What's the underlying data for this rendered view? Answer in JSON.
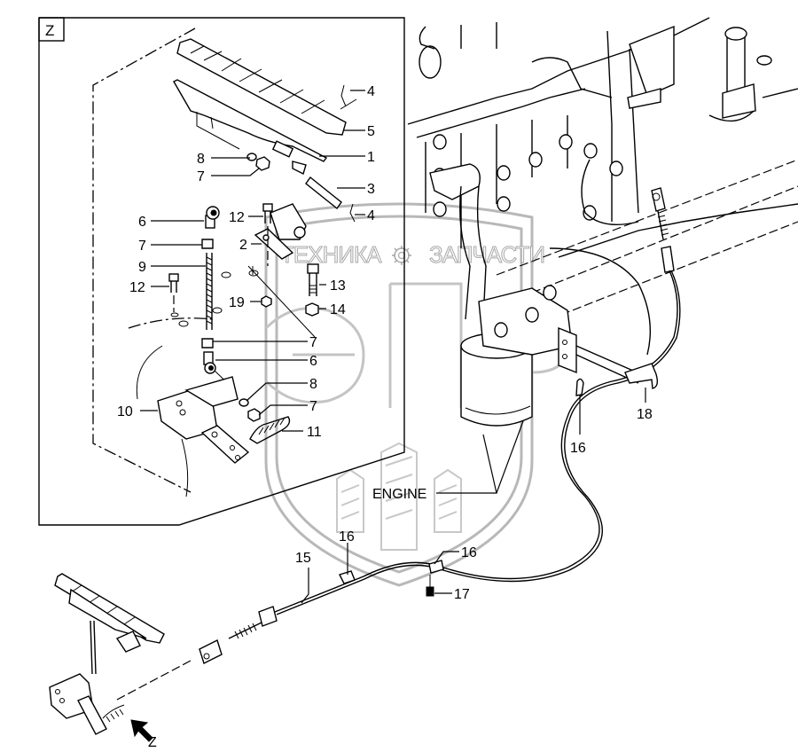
{
  "diagram": {
    "title": "Accelerator pedal and throttle cable assembly",
    "view_label": "Z",
    "view_arrow_label": "Z",
    "engine_label": "ENGINE",
    "watermark": {
      "left_text": "ТЕХНИКА",
      "right_text": "ЗАПЧАСТИ",
      "logo_letters": "ЭПФ",
      "gear_icon": "gear-icon"
    },
    "callouts": [
      {
        "id": "c4a",
        "part": "4"
      },
      {
        "id": "c5",
        "part": "5"
      },
      {
        "id": "c1",
        "part": "1"
      },
      {
        "id": "c8a",
        "part": "8"
      },
      {
        "id": "c7a",
        "part": "7"
      },
      {
        "id": "c3",
        "part": "3"
      },
      {
        "id": "c6a",
        "part": "6"
      },
      {
        "id": "c12a",
        "part": "12"
      },
      {
        "id": "c4b",
        "part": "4"
      },
      {
        "id": "c2",
        "part": "2"
      },
      {
        "id": "c7b",
        "part": "7"
      },
      {
        "id": "c9",
        "part": "9"
      },
      {
        "id": "c12b",
        "part": "12"
      },
      {
        "id": "c13",
        "part": "13"
      },
      {
        "id": "c19",
        "part": "19"
      },
      {
        "id": "c14",
        "part": "14"
      },
      {
        "id": "c7c",
        "part": "7"
      },
      {
        "id": "c6b",
        "part": "6"
      },
      {
        "id": "c8b",
        "part": "8"
      },
      {
        "id": "c10",
        "part": "10"
      },
      {
        "id": "c7d",
        "part": "7"
      },
      {
        "id": "c11",
        "part": "11"
      },
      {
        "id": "c18",
        "part": "18"
      },
      {
        "id": "c16a",
        "part": "16"
      },
      {
        "id": "c15",
        "part": "15"
      },
      {
        "id": "c16b",
        "part": "16"
      },
      {
        "id": "c16c",
        "part": "16"
      },
      {
        "id": "c17",
        "part": "17"
      }
    ]
  }
}
